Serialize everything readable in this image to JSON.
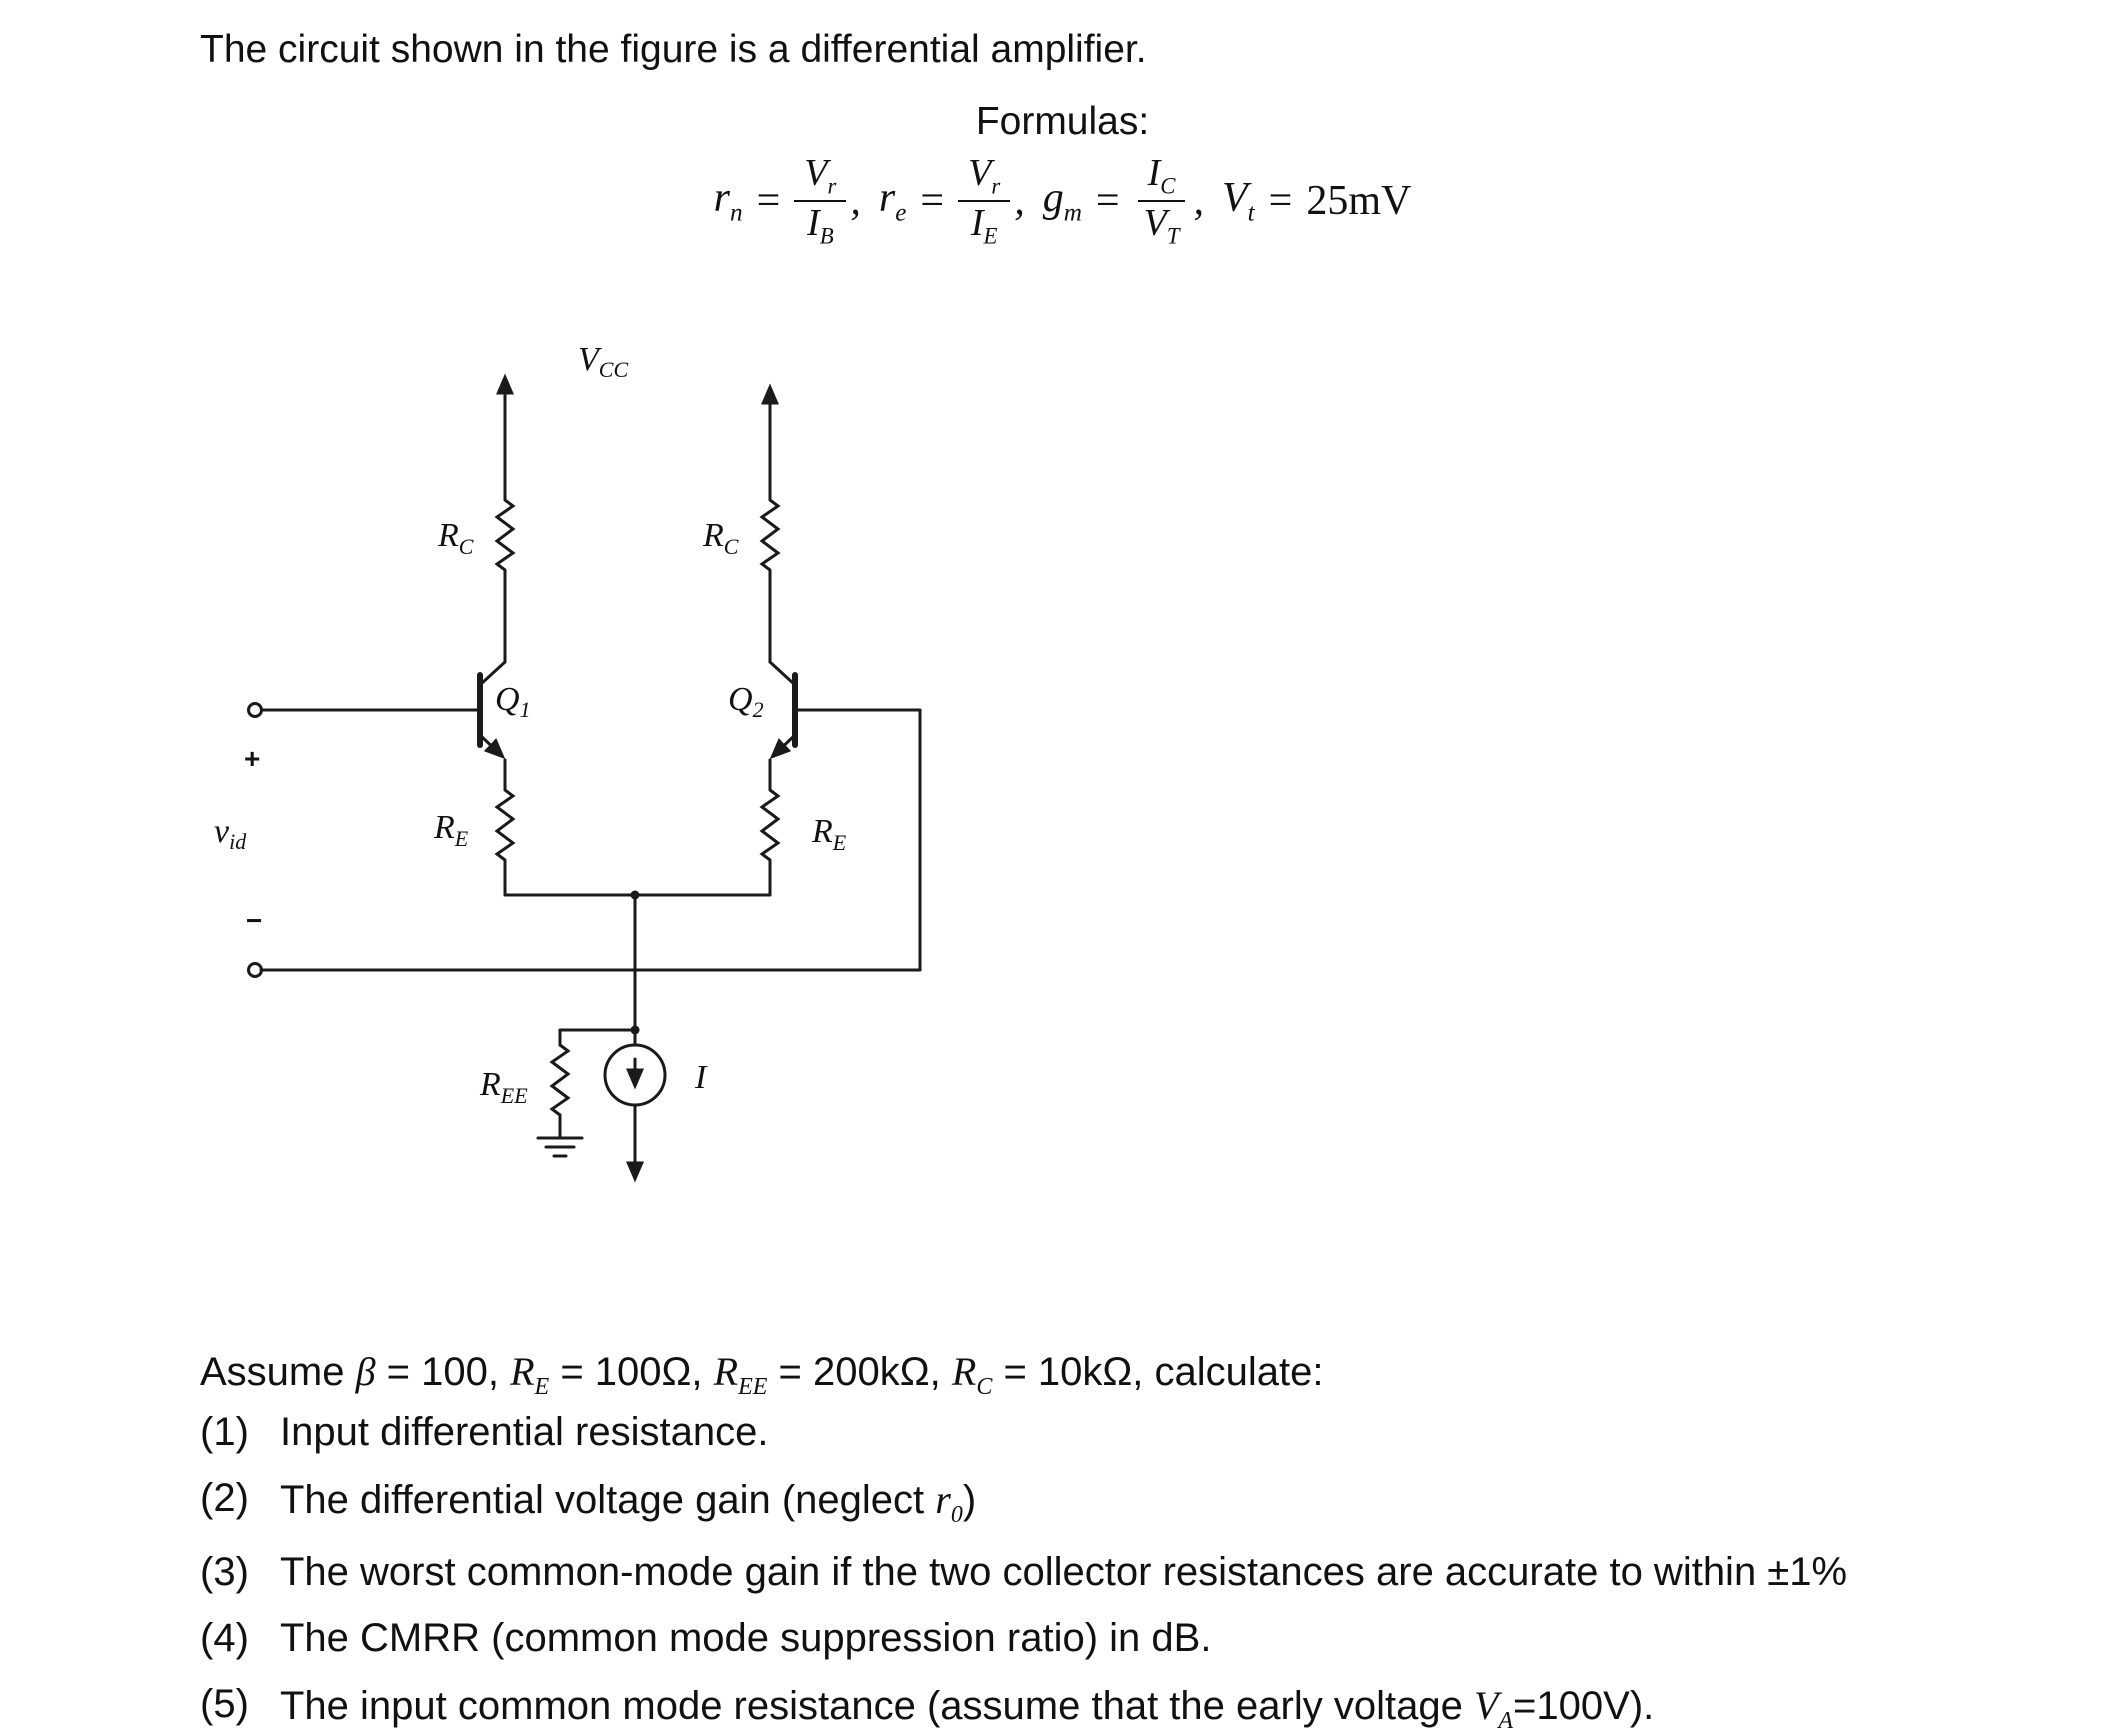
{
  "title": "The circuit shown in the figure is a differential amplifier.",
  "formula": {
    "label": "Formulas:",
    "eq": "=",
    "comma": ",",
    "t1_lhs": "r",
    "t1_lhs_sub": "n",
    "t1_num": "V",
    "t1_num_sub": "r",
    "t1_den": "I",
    "t1_den_sub": "B",
    "t2_lhs": "r",
    "t2_lhs_sub": "e",
    "t2_num": "V",
    "t2_num_sub": "r",
    "t2_den": "I",
    "t2_den_sub": "E",
    "t3_lhs": "g",
    "t3_lhs_sub": "m",
    "t3_num": "I",
    "t3_num_sub": "C",
    "t3_den": "V",
    "t3_den_sub": "T",
    "t4_lhs": "V",
    "t4_lhs_sub": "t",
    "t4_rhs": "25mV"
  },
  "circuit": {
    "vcc": "V",
    "vcc_sub": "CC",
    "rc1": "R",
    "rc1_sub": "C",
    "rc2": "R",
    "rc2_sub": "C",
    "q1": "Q",
    "q1_sub": "1",
    "q2": "Q",
    "q2_sub": "2",
    "re1": "R",
    "re1_sub": "E",
    "re2": "R",
    "re2_sub": "E",
    "ree": "R",
    "ree_sub": "EE",
    "vid": "v",
    "vid_sub": "id",
    "plus": "+",
    "minus": "−",
    "i": "I"
  },
  "assume": {
    "t1": "Assume ",
    "beta": "β",
    "t2": " = 100, ",
    "r1": "R",
    "r1_sub": "E",
    "t3": " = 100Ω, ",
    "r2": "R",
    "r2_sub": "EE",
    "t4": " = 200kΩ, ",
    "r3": "R",
    "r3_sub": "C",
    "t5": " = 10kΩ, calculate:"
  },
  "questions": {
    "q1": {
      "num": "(1)",
      "text": "Input differential resistance."
    },
    "q2": {
      "num": "(2)",
      "pre": "The differential voltage gain (neglect ",
      "v": "r",
      "s": "0",
      "post": ")"
    },
    "q3": {
      "num": "(3)",
      "text": "The worst common-mode gain if the two collector resistances are accurate to within ±1%"
    },
    "q4": {
      "num": "(4)",
      "text": "The CMRR (common mode suppression ratio) in dB."
    },
    "q5": {
      "num": "(5)",
      "pre": "The input common mode resistance (assume that the early voltage ",
      "v": "V",
      "s": "A",
      "post": "=100V)."
    }
  }
}
